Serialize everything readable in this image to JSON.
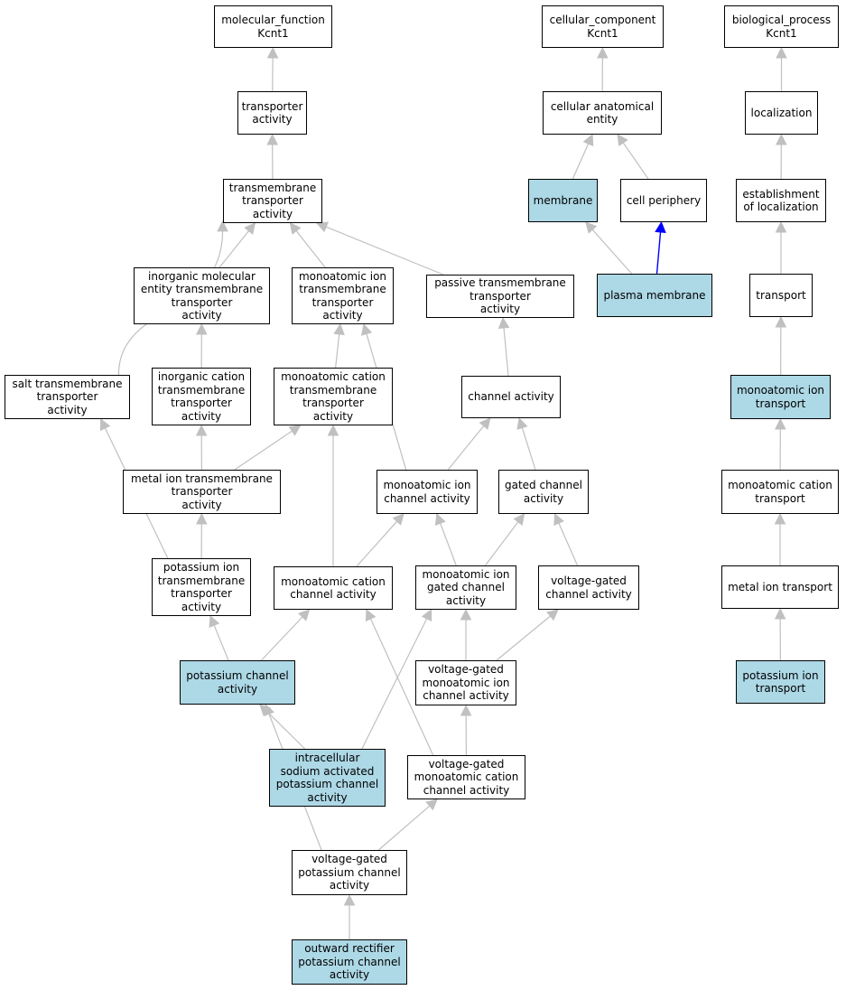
{
  "colors": {
    "annotated_fill": "#add8e6",
    "default_fill": "#ffffff",
    "edge_gray": "#c0c0c0",
    "edge_blue": "#0000ff",
    "border": "#000000"
  },
  "nodes": [
    {
      "id": "mf",
      "label": "molecular_function\nKcnt1",
      "annotated": false
    },
    {
      "id": "ta",
      "label": "transporter\nactivity",
      "annotated": false
    },
    {
      "id": "tta",
      "label": "transmembrane\ntransporter\nactivity",
      "annotated": false
    },
    {
      "id": "imett",
      "label": "inorganic molecular\nentity transmembrane\ntransporter\nactivity",
      "annotated": false
    },
    {
      "id": "mitt",
      "label": "monoatomic ion\ntransmembrane\ntransporter\nactivity",
      "annotated": false
    },
    {
      "id": "ptta",
      "label": "passive transmembrane\ntransporter\nactivity",
      "annotated": false
    },
    {
      "id": "stta",
      "label": "salt transmembrane\ntransporter\nactivity",
      "annotated": false
    },
    {
      "id": "ictt",
      "label": "inorganic cation\ntransmembrane\ntransporter\nactivity",
      "annotated": false
    },
    {
      "id": "mctt",
      "label": "monoatomic cation\ntransmembrane\ntransporter\nactivity",
      "annotated": false
    },
    {
      "id": "ca",
      "label": "channel activity",
      "annotated": false
    },
    {
      "id": "mitrans",
      "label": "metal ion transmembrane\ntransporter\nactivity",
      "annotated": false
    },
    {
      "id": "mica",
      "label": "monoatomic ion\nchannel activity",
      "annotated": false
    },
    {
      "id": "gca",
      "label": "gated channel\nactivity",
      "annotated": false
    },
    {
      "id": "pitt",
      "label": "potassium ion\ntransmembrane\ntransporter\nactivity",
      "annotated": false
    },
    {
      "id": "mcca",
      "label": "monoatomic cation\nchannel activity",
      "annotated": false
    },
    {
      "id": "migca",
      "label": "monoatomic ion\ngated channel\nactivity",
      "annotated": false
    },
    {
      "id": "vgca",
      "label": "voltage-gated\nchannel activity",
      "annotated": false
    },
    {
      "id": "pca",
      "label": "potassium channel\nactivity",
      "annotated": true
    },
    {
      "id": "vgmica",
      "label": "voltage-gated\nmonoatomic ion\nchannel activity",
      "annotated": false
    },
    {
      "id": "isapca",
      "label": "intracellular\nsodium activated\npotassium channel\nactivity",
      "annotated": true
    },
    {
      "id": "vgmcca",
      "label": "voltage-gated\nmonoatomic cation\nchannel activity",
      "annotated": false
    },
    {
      "id": "vgpca",
      "label": "voltage-gated\npotassium channel\nactivity",
      "annotated": false
    },
    {
      "id": "orpca",
      "label": "outward rectifier\npotassium channel\nactivity",
      "annotated": true
    },
    {
      "id": "cc",
      "label": "cellular_component\nKcnt1",
      "annotated": false
    },
    {
      "id": "cae",
      "label": "cellular anatomical\nentity",
      "annotated": false
    },
    {
      "id": "mem",
      "label": "membrane",
      "annotated": true
    },
    {
      "id": "cp",
      "label": "cell periphery",
      "annotated": false
    },
    {
      "id": "pm",
      "label": "plasma membrane",
      "annotated": true
    },
    {
      "id": "bp",
      "label": "biological_process\nKcnt1",
      "annotated": false
    },
    {
      "id": "loc",
      "label": "localization",
      "annotated": false
    },
    {
      "id": "eol",
      "label": "establishment\nof localization",
      "annotated": false
    },
    {
      "id": "tr",
      "label": "transport",
      "annotated": false
    },
    {
      "id": "mit",
      "label": "monoatomic ion\ntransport",
      "annotated": true
    },
    {
      "id": "mct",
      "label": "monoatomic cation\ntransport",
      "annotated": false
    },
    {
      "id": "metit",
      "label": "metal ion transport",
      "annotated": false
    },
    {
      "id": "pit",
      "label": "potassium ion\ntransport",
      "annotated": true
    }
  ],
  "edges": [
    {
      "from": "ta",
      "to": "mf",
      "color": "gray"
    },
    {
      "from": "tta",
      "to": "ta",
      "color": "gray"
    },
    {
      "from": "imett",
      "to": "tta",
      "color": "gray"
    },
    {
      "from": "mitt",
      "to": "tta",
      "color": "gray"
    },
    {
      "from": "ptta",
      "to": "tta",
      "color": "gray"
    },
    {
      "from": "stta",
      "to": "tta",
      "color": "gray"
    },
    {
      "from": "ictt",
      "to": "imett",
      "color": "gray"
    },
    {
      "from": "mctt",
      "to": "mitt",
      "color": "gray"
    },
    {
      "from": "mica",
      "to": "mitt",
      "color": "gray"
    },
    {
      "from": "ca",
      "to": "ptta",
      "color": "gray"
    },
    {
      "from": "mitrans",
      "to": "ictt",
      "color": "gray"
    },
    {
      "from": "mitrans",
      "to": "mctt",
      "color": "gray"
    },
    {
      "from": "mcca",
      "to": "mctt",
      "color": "gray"
    },
    {
      "from": "mica",
      "to": "ca",
      "color": "gray"
    },
    {
      "from": "gca",
      "to": "ca",
      "color": "gray"
    },
    {
      "from": "pitt",
      "to": "stta",
      "color": "gray"
    },
    {
      "from": "pitt",
      "to": "mitrans",
      "color": "gray"
    },
    {
      "from": "mcca",
      "to": "mica",
      "color": "gray"
    },
    {
      "from": "migca",
      "to": "mica",
      "color": "gray"
    },
    {
      "from": "migca",
      "to": "gca",
      "color": "gray"
    },
    {
      "from": "vgca",
      "to": "gca",
      "color": "gray"
    },
    {
      "from": "pca",
      "to": "pitt",
      "color": "gray"
    },
    {
      "from": "pca",
      "to": "mcca",
      "color": "gray"
    },
    {
      "from": "vgmica",
      "to": "migca",
      "color": "gray"
    },
    {
      "from": "vgmica",
      "to": "vgca",
      "color": "gray"
    },
    {
      "from": "isapca",
      "to": "pca",
      "color": "gray"
    },
    {
      "from": "isapca",
      "to": "migca",
      "color": "gray"
    },
    {
      "from": "vgmcca",
      "to": "mcca",
      "color": "gray"
    },
    {
      "from": "vgmcca",
      "to": "vgmica",
      "color": "gray"
    },
    {
      "from": "vgpca",
      "to": "pca",
      "color": "gray"
    },
    {
      "from": "vgpca",
      "to": "vgmcca",
      "color": "gray"
    },
    {
      "from": "orpca",
      "to": "vgpca",
      "color": "gray"
    },
    {
      "from": "cae",
      "to": "cc",
      "color": "gray"
    },
    {
      "from": "mem",
      "to": "cae",
      "color": "gray"
    },
    {
      "from": "cp",
      "to": "cae",
      "color": "gray"
    },
    {
      "from": "pm",
      "to": "mem",
      "color": "gray"
    },
    {
      "from": "pm",
      "to": "cp",
      "color": "blue"
    },
    {
      "from": "loc",
      "to": "bp",
      "color": "gray"
    },
    {
      "from": "eol",
      "to": "loc",
      "color": "gray"
    },
    {
      "from": "tr",
      "to": "eol",
      "color": "gray"
    },
    {
      "from": "mit",
      "to": "tr",
      "color": "gray"
    },
    {
      "from": "mct",
      "to": "mit",
      "color": "gray"
    },
    {
      "from": "metit",
      "to": "mct",
      "color": "gray"
    },
    {
      "from": "pit",
      "to": "metit",
      "color": "gray"
    }
  ]
}
